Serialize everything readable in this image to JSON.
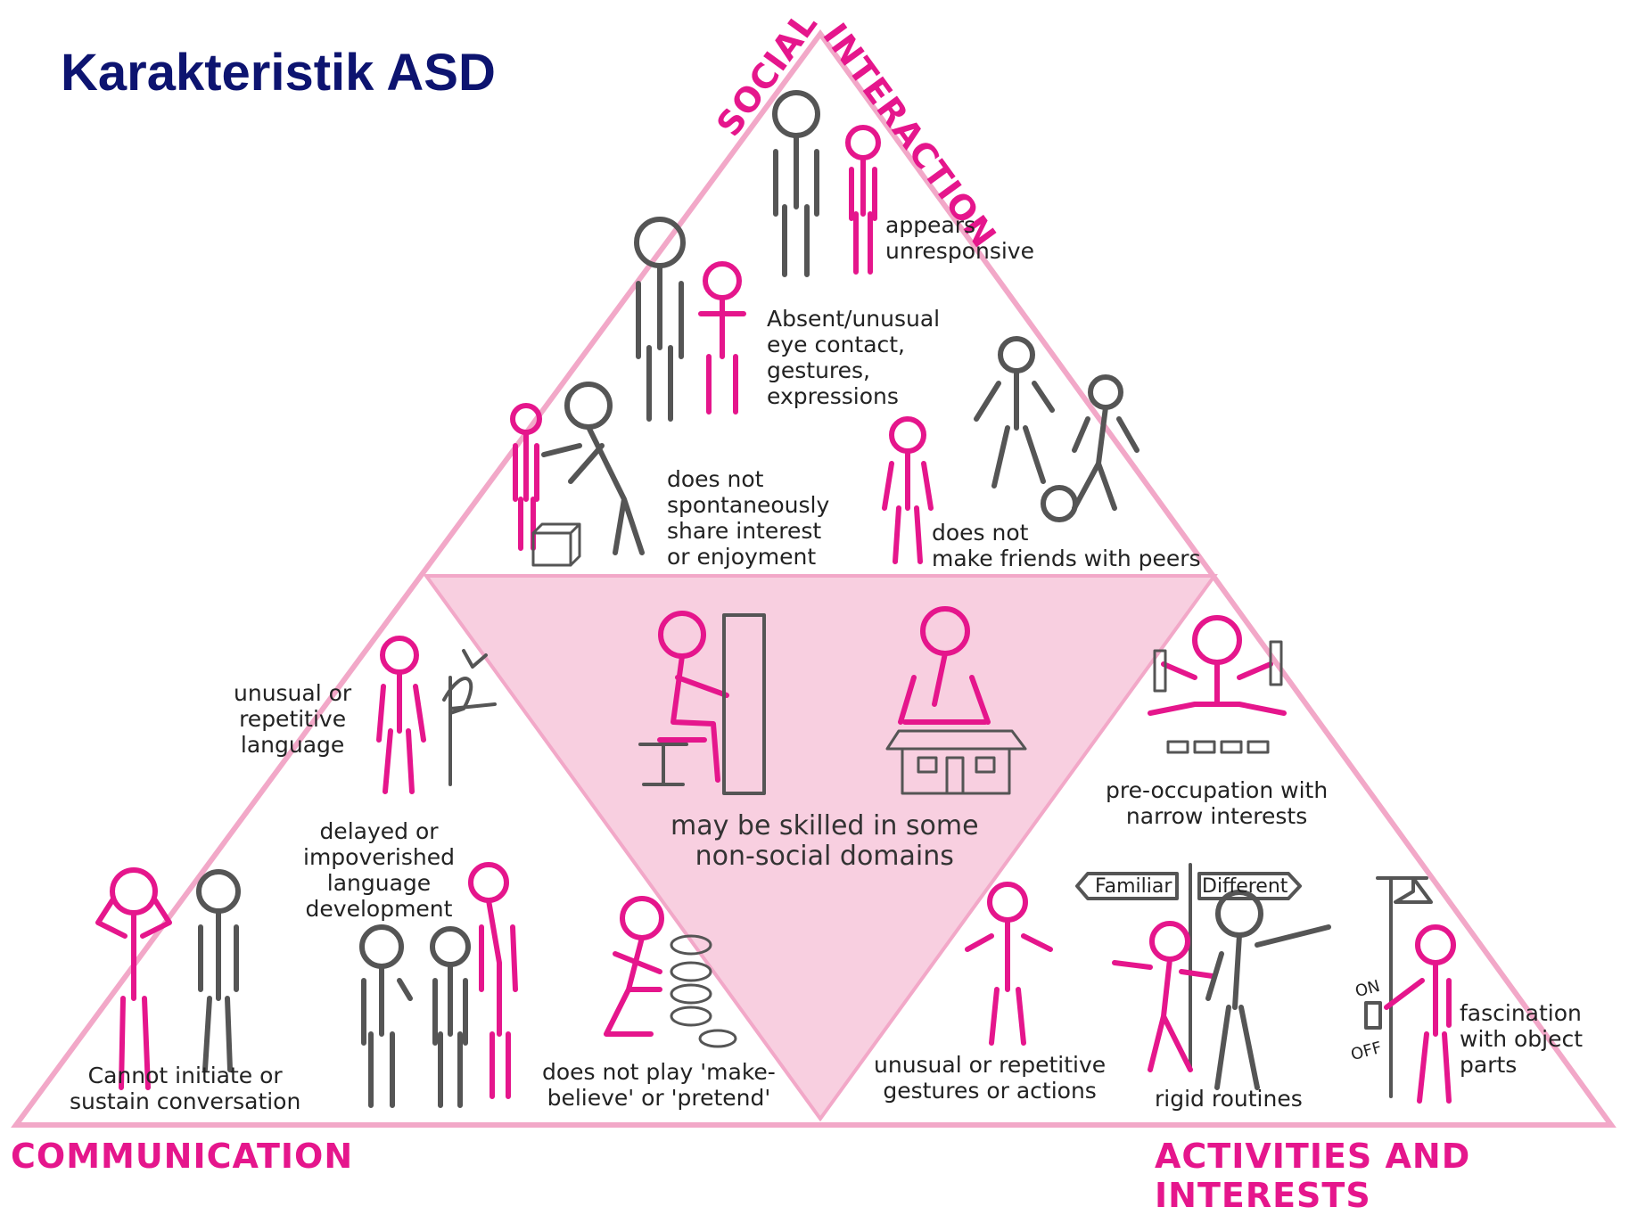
{
  "title": "Karakteristik ASD",
  "domains": {
    "social": [
      "SOCIAL",
      "INTERACTION"
    ],
    "communication": "COMMUNICATION",
    "activities": "ACTIVITIES AND INTERESTS"
  },
  "social_items": [
    "appears\nunresponsive",
    "Absent/unusual\neye contact,\ngestures,\nexpressions",
    "does not\nspontaneously\nshare interest\nor enjoyment",
    "does not\nmake friends with peers"
  ],
  "communication_items": [
    "unusual or\nrepetitive\nlanguage",
    "delayed or\nimpoverished\nlanguage\ndevelopment",
    "Cannot initiate or\nsustain conversation",
    "does not play 'make-\nbelieve' or 'pretend'"
  ],
  "center_item": "may be skilled in some\nnon-social domains",
  "activities_items": [
    "pre-occupation with\nnarrow interests",
    "unusual or repetitive\ngestures or actions",
    "rigid routines",
    "fascination\nwith object\nparts"
  ],
  "signpost": [
    "Familiar",
    "Different"
  ],
  "switch": [
    "ON",
    "OFF"
  ],
  "colors": {
    "accent": "#e5168c",
    "center_fill": "#f8cfe0",
    "title": "#0d1470",
    "ink": "#555555"
  }
}
